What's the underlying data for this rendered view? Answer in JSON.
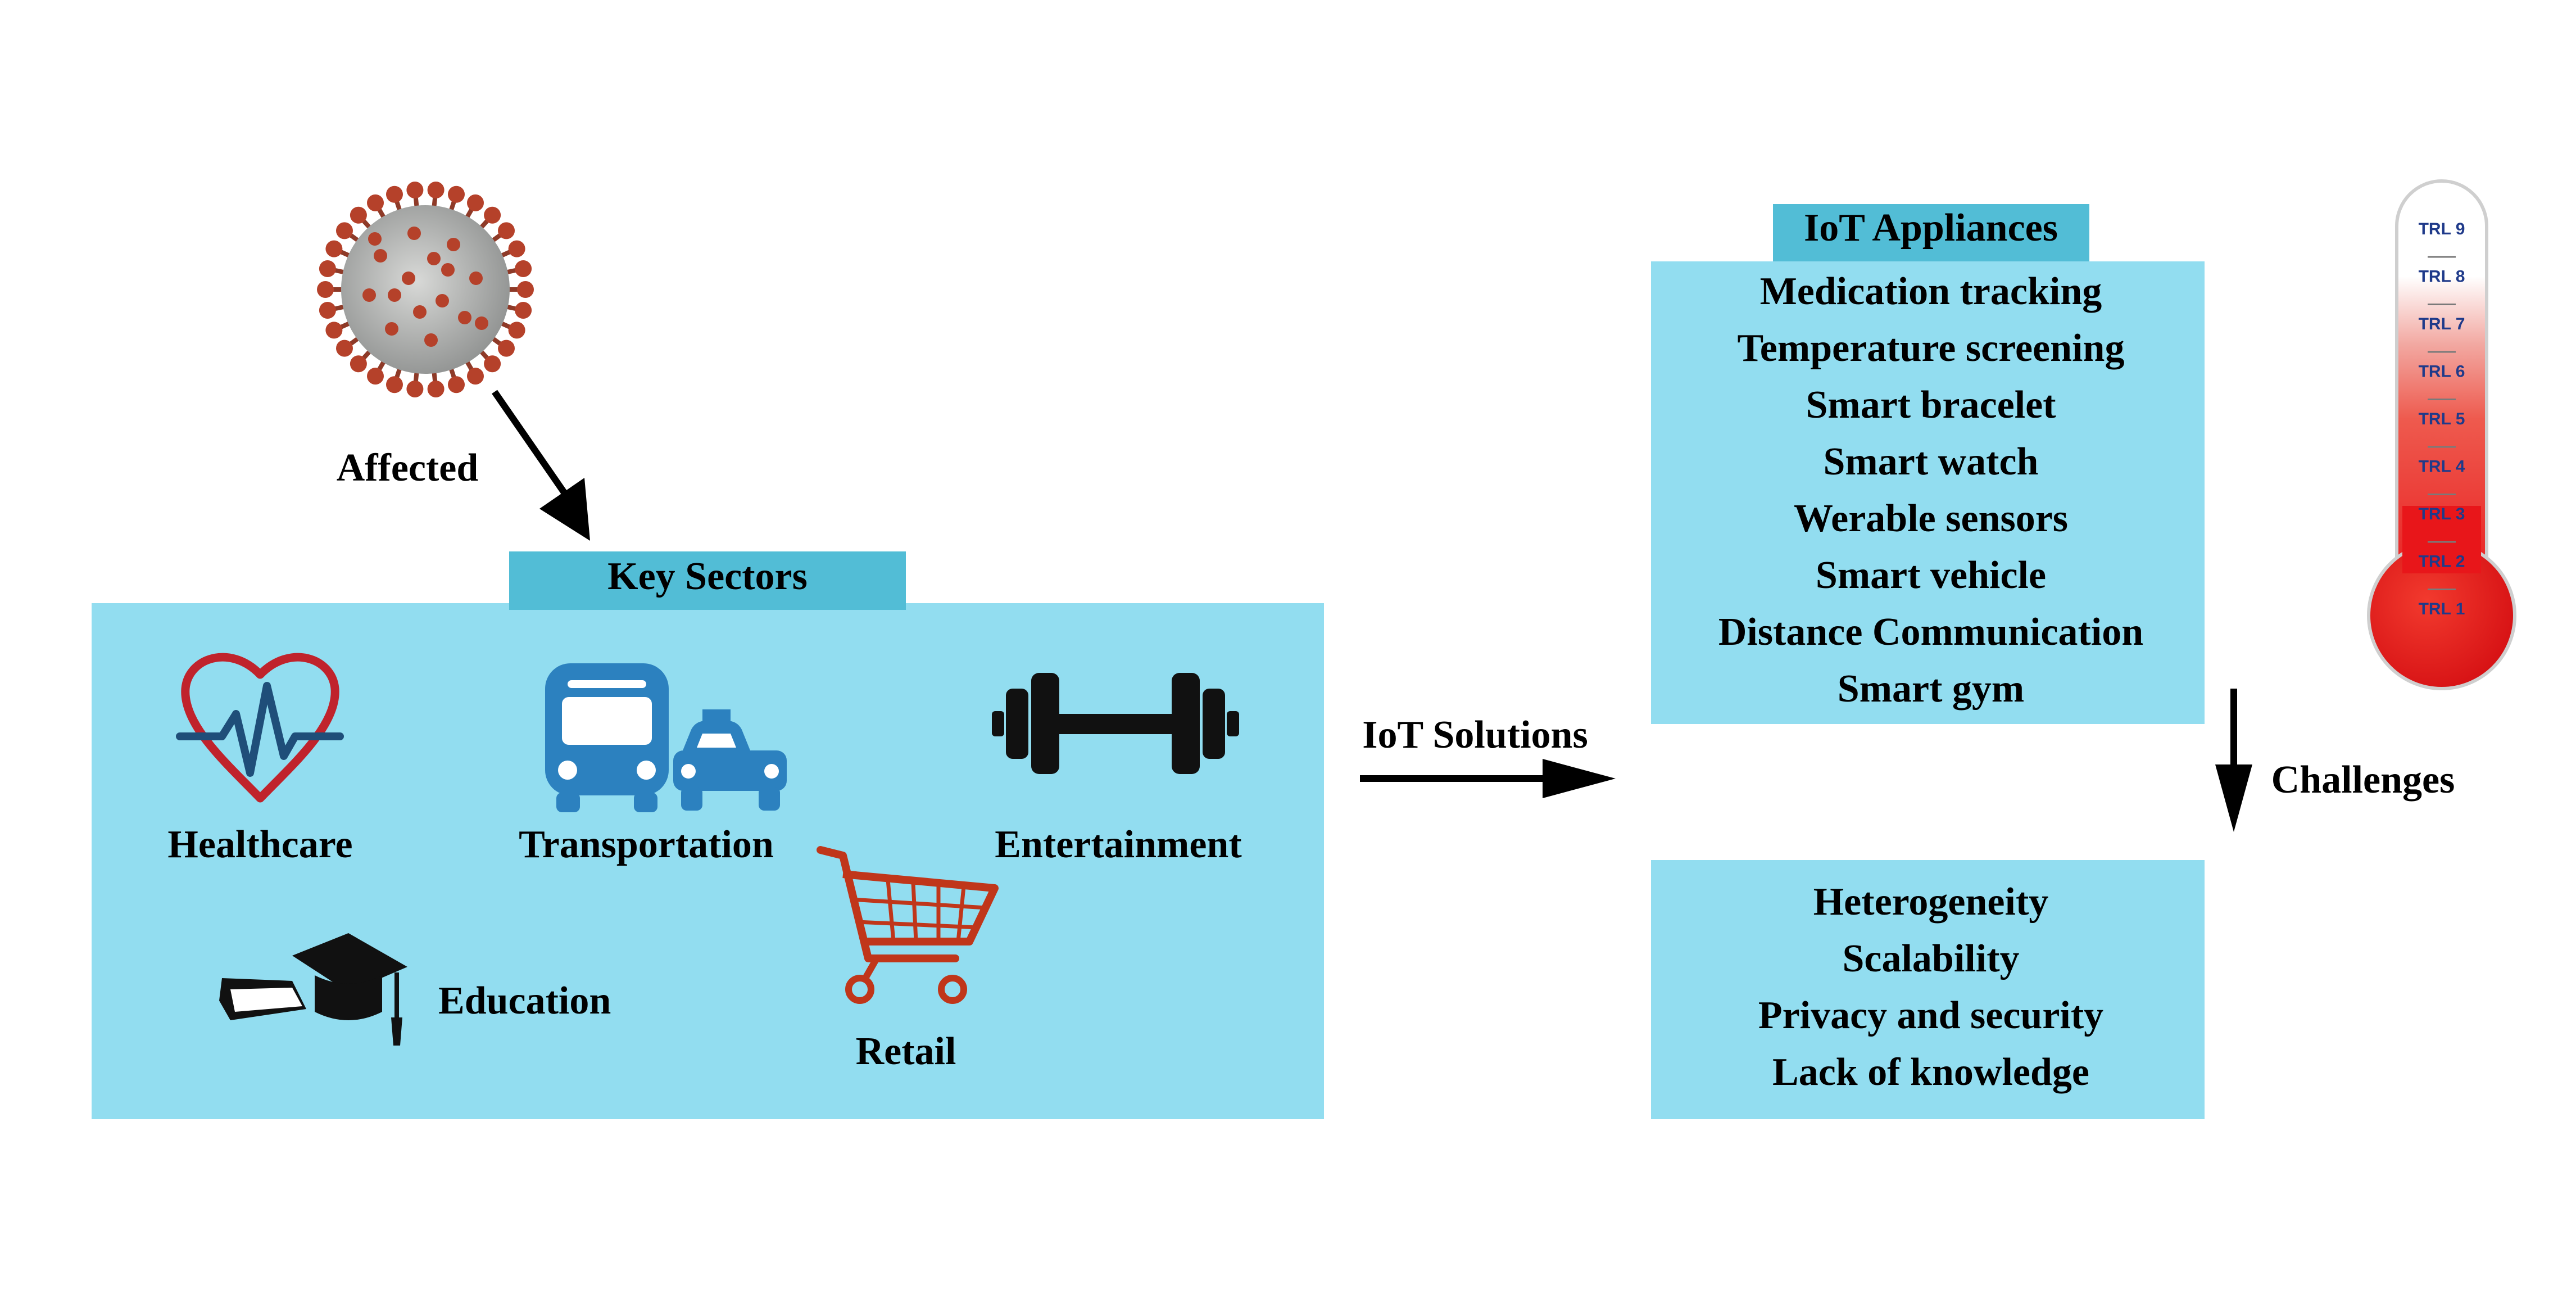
{
  "colors": {
    "panel": "#92DDF0",
    "header": "#52BDD6",
    "heart": "#C0232C",
    "pulse": "#1F4E79",
    "vehicle": "#2C81BF",
    "cart": "#C0361A",
    "virus_core": "#B9BBB9",
    "virus_spike": "#B5412A",
    "thermo_red": "#E8161A",
    "trl_text": "#1F3A8A"
  },
  "virus": {
    "icon": "coronavirus-icon"
  },
  "affected_label": "Affected",
  "key_sectors": {
    "title": "Key Sectors",
    "sectors": [
      {
        "label": "Healthcare",
        "icon": "heart-pulse-icon"
      },
      {
        "label": "Transportation",
        "icon": "bus-taxi-icon"
      },
      {
        "label": "Entertainment",
        "icon": "dumbbell-icon"
      },
      {
        "label": "Education",
        "icon": "graduation-cap-icon"
      },
      {
        "label": "Retail",
        "icon": "shopping-cart-icon"
      }
    ]
  },
  "iot_solutions_label": "IoT Solutions",
  "iot_appliances": {
    "title": "IoT Appliances",
    "items": [
      "Medication tracking",
      "Temperature screening",
      "Smart bracelet",
      "Smart watch",
      "Werable sensors",
      "Smart vehicle",
      "Distance Communication",
      "Smart gym"
    ]
  },
  "challenges_label": "Challenges",
  "challenges": {
    "items": [
      "Heterogeneity",
      "Scalability",
      "Privacy and security",
      "Lack of knowledge"
    ]
  },
  "thermometer": {
    "icon": "thermometer-icon",
    "levels": [
      "TRL 9",
      "TRL 8",
      "TRL 7",
      "TRL 6",
      "TRL 5",
      "TRL 4",
      "TRL 3",
      "TRL 2",
      "TRL 1"
    ]
  }
}
